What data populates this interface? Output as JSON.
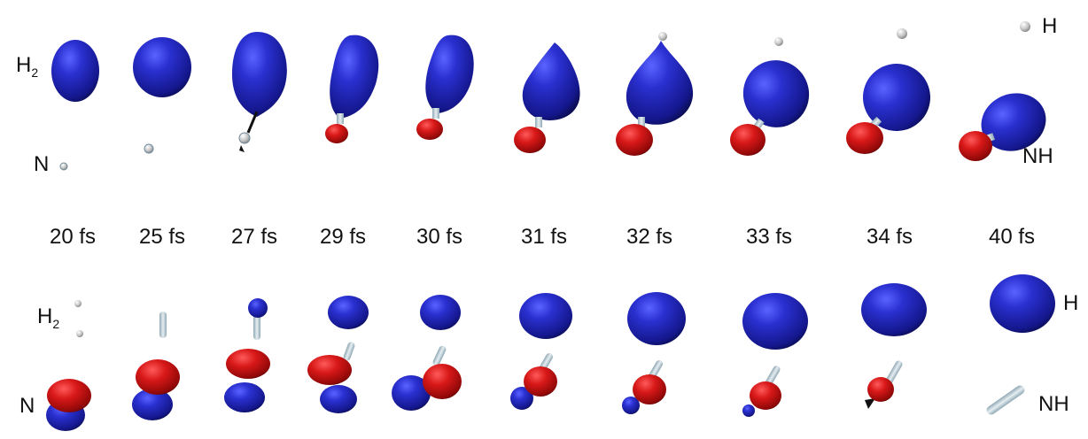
{
  "time_labels": [
    "20 fs",
    "25 fs",
    "27 fs",
    "29 fs",
    "30 fs",
    "31 fs",
    "32 fs",
    "33 fs",
    "34 fs",
    "40 fs"
  ],
  "labels": {
    "top_h2_main": "H",
    "top_h2_sub": "2",
    "top_n": "N",
    "top_h": "H",
    "top_nh": "NH",
    "bottom_h2_main": "H",
    "bottom_h2_sub": "2",
    "bottom_n": "N",
    "bottom_h": "H",
    "bottom_nh": "NH"
  },
  "colors": {
    "blue_lobe": "#1a1fa8",
    "red_lobe": "#c41010",
    "bond": "#b8c8d0",
    "atom": "#c8c8c8"
  }
}
